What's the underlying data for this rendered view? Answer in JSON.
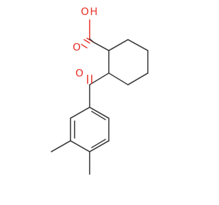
{
  "molecule": {
    "atoms": {
      "carbonyl_oxygen": "O",
      "hydroxyl_oxygen": "O",
      "hydroxyl_hydrogen": "H",
      "ketone_oxygen": "O"
    },
    "colors": {
      "bond": "#3a3a3a",
      "heteroatom": "#e8372e",
      "background": "#ffffff"
    }
  }
}
